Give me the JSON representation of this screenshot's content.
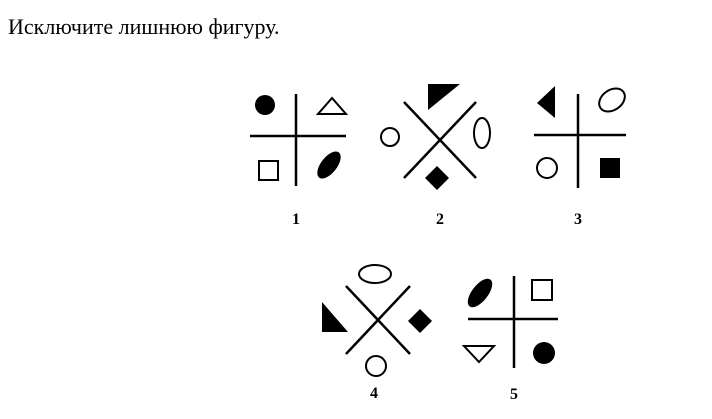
{
  "question": "Исключите лишнюю фигуру.",
  "figures": [
    {
      "number": "1",
      "divider": "plus",
      "shapes": [
        "filled-circle",
        "outline-triangle",
        "outline-square",
        "filled-ellipse"
      ]
    },
    {
      "number": "2",
      "divider": "cross",
      "shapes": [
        "filled-triangle",
        "outline-circle",
        "outline-ellipse",
        "filled-diamond"
      ]
    },
    {
      "number": "3",
      "divider": "plus",
      "shapes": [
        "filled-triangle",
        "outline-ellipse",
        "outline-circle",
        "filled-square"
      ]
    },
    {
      "number": "4",
      "divider": "cross",
      "shapes": [
        "outline-ellipse",
        "filled-triangle",
        "filled-diamond",
        "outline-circle"
      ]
    },
    {
      "number": "5",
      "divider": "plus",
      "shapes": [
        "filled-ellipse",
        "outline-square",
        "outline-triangle",
        "filled-circle"
      ]
    }
  ]
}
